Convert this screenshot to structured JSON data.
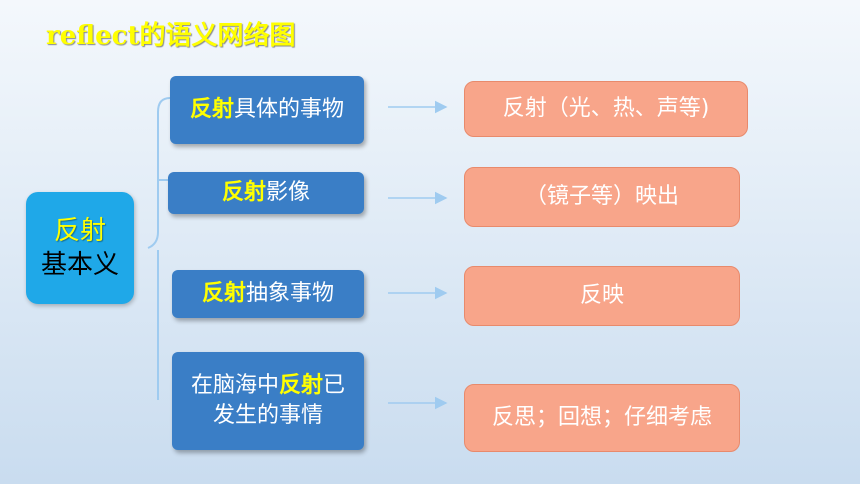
{
  "title": "reflect的语义网络图",
  "root": {
    "highlight": "反射",
    "text": "基本义"
  },
  "branches": [
    {
      "highlight": "反射",
      "text_before": "",
      "text_after": "具体的事物",
      "result": "反射（光、热、声等)"
    },
    {
      "highlight": "反射",
      "text_before": "",
      "text_after": "影像",
      "result": "（镜子等）映出"
    },
    {
      "highlight": "反射",
      "text_before": "",
      "text_after": "抽象事物",
      "result": "反映"
    },
    {
      "highlight": "反射",
      "text_before": "在脑海中",
      "text_after": "已发生的事情",
      "result": "反思；回想；仔细考虑"
    }
  ],
  "colors": {
    "highlight": "#ffff00",
    "root_box": "#1fa8e8",
    "mid_box": "#3a7ec6",
    "result_box": "#f8a58a",
    "connector": "#9fcbf0"
  }
}
